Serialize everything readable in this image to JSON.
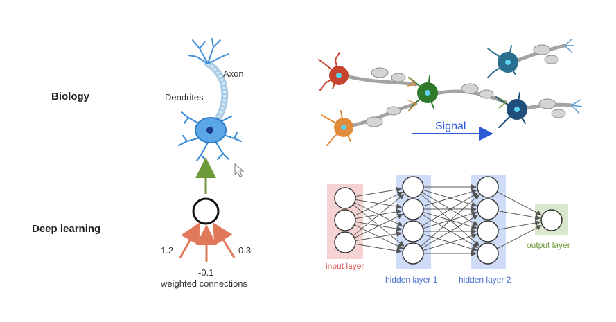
{
  "rows": {
    "biology": "Biology",
    "deep_learning": "Deep learning"
  },
  "neuron": {
    "axon": "Axon",
    "dendrites": "Dendrites"
  },
  "perceptron": {
    "weights": [
      "1.2",
      "-0.1",
      "0.3"
    ],
    "caption": "weighted connections"
  },
  "signal": "Signal",
  "network": {
    "layers": [
      {
        "label": "input layer",
        "nodes": 3,
        "color": "#d9534f",
        "bg": "#f6d3d3"
      },
      {
        "label": "hidden layer 1",
        "nodes": 4,
        "color": "#4a6fd0",
        "bg": "#cfdcf7"
      },
      {
        "label": "hidden layer 2",
        "nodes": 4,
        "color": "#4a6fd0",
        "bg": "#cfdcf7"
      },
      {
        "label": "output layer",
        "nodes": 1,
        "color": "#6f9a3a",
        "bg": "#d9e8cc"
      }
    ]
  },
  "colors": {
    "neuron_blue": "#3f8fd8",
    "arrow_green": "#6f9a3a",
    "weight_arrow": "#e0785a",
    "signal_blue": "#2d5bd6",
    "cell_red": "#c8432e",
    "cell_orange": "#e08a3a",
    "cell_green": "#2f7a2a",
    "cell_teal": "#2a6f8f",
    "cell_navy": "#1f4f7a"
  }
}
